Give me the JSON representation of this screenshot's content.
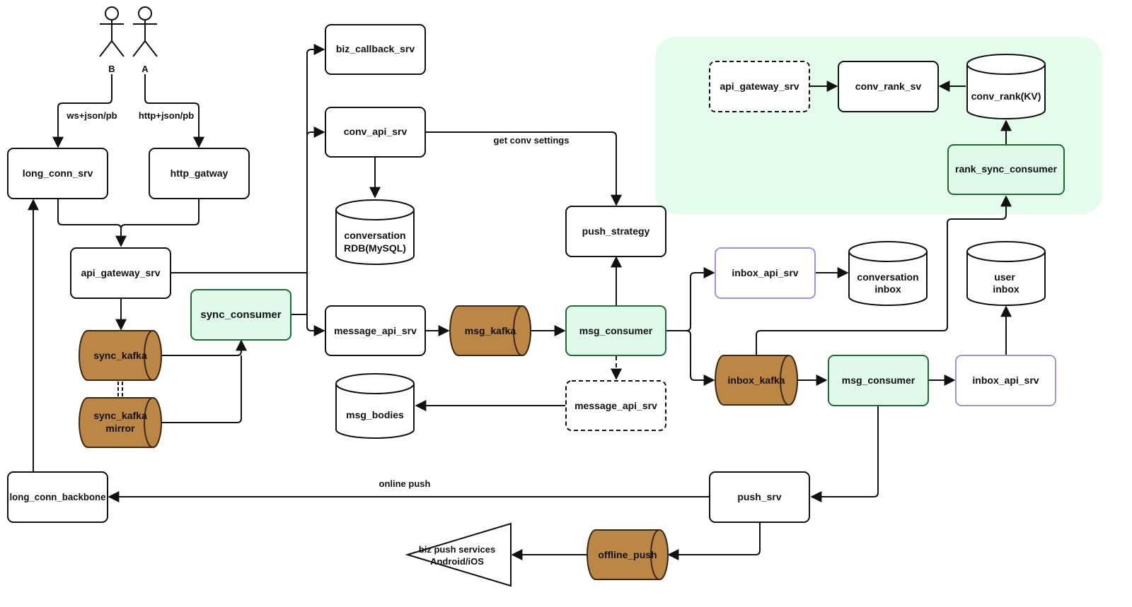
{
  "actors": [
    {
      "id": "actor_b",
      "label": "B"
    },
    {
      "id": "actor_a",
      "label": "A"
    }
  ],
  "edge_labels": {
    "ws": "ws+json/pb",
    "http": "http+json/pb",
    "get_conv_settings": "get conv settings",
    "online_push": "online push"
  },
  "services": {
    "long_conn_srv": "long_conn_srv",
    "http_gatway": "http_gatway",
    "api_gateway_srv": "api_gateway_srv",
    "sync_consumer": "sync_consumer",
    "biz_callback_srv": "biz_callback_srv",
    "conv_api_srv": "conv_api_srv",
    "message_api_srv": "message_api_srv",
    "push_strategy": "push_strategy",
    "msg_consumer": "msg_consumer",
    "message_api_srv_dashed": "message_api_srv",
    "inbox_api_srv": "inbox_api_srv",
    "msg_consumer_2": "msg_consumer",
    "inbox_api_srv_2": "inbox_api_srv",
    "push_srv": "push_srv",
    "long_conn_backbone": "long_conn_backbone",
    "api_gateway_srv_rank": "api_gateway_srv",
    "conv_rank_sv": "conv_rank_sv",
    "rank_sync_consumer": "rank_sync_consumer"
  },
  "queues": {
    "sync_kafka": "sync_kafka",
    "sync_kafka_mirror_line1": "sync_kafka",
    "sync_kafka_mirror_line2": "mirror",
    "msg_kafka": "msg_kafka",
    "inbox_kafka": "inbox_kafka",
    "offline_push": "offline_push"
  },
  "databases": {
    "conversation_rdb_line1": "conversation",
    "conversation_rdb_line2": "RDB(MySQL)",
    "msg_bodies": "msg_bodies",
    "conversation_inbox_line1": "conversation",
    "conversation_inbox_line2": "inbox",
    "user_inbox_line1": "user",
    "user_inbox_line2": "inbox",
    "conv_rank_kv": "conv_rank(KV)"
  },
  "external": {
    "biz_push_line1": "biz push services",
    "biz_push_line2": "Android/iOS"
  },
  "colors": {
    "green_fill": "#dff9ea",
    "green_stroke": "#1f6b33",
    "kafka_fill": "#bc8645",
    "purple_stroke": "#9b94e6",
    "region_fill": "#e3fcec"
  }
}
